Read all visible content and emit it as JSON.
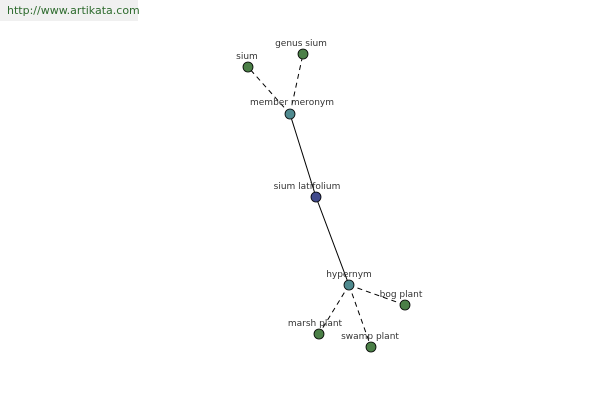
{
  "watermark": {
    "text": "http://www.artikata.com"
  },
  "colors": {
    "focus_node": "#414a8c",
    "relation_node": "#4f8a8f",
    "leaf_node": "#4b7f47",
    "edge": "#000000",
    "label": "#333333",
    "watermark_text": "#2e6b2e",
    "watermark_bg": "#f0f0f0"
  },
  "graph": {
    "nodes": [
      {
        "id": "sium-latifolium",
        "label": "sium latifolium",
        "kind": "focus"
      },
      {
        "id": "member-meronym",
        "label": "member meronym",
        "kind": "relation"
      },
      {
        "id": "hypernym",
        "label": "hypernym",
        "kind": "relation"
      },
      {
        "id": "sium",
        "label": "sium",
        "kind": "leaf"
      },
      {
        "id": "genus-sium",
        "label": "genus sium",
        "kind": "leaf"
      },
      {
        "id": "bog-plant",
        "label": "bog plant",
        "kind": "leaf"
      },
      {
        "id": "marsh-plant",
        "label": "marsh plant",
        "kind": "leaf"
      },
      {
        "id": "swamp-plant",
        "label": "swamp plant",
        "kind": "leaf"
      }
    ],
    "edges": [
      {
        "from": "sium-latifolium",
        "to": "member-meronym",
        "style": "solid"
      },
      {
        "from": "sium-latifolium",
        "to": "hypernym",
        "style": "solid"
      },
      {
        "from": "member-meronym",
        "to": "sium",
        "style": "dashed"
      },
      {
        "from": "member-meronym",
        "to": "genus-sium",
        "style": "dashed"
      },
      {
        "from": "hypernym",
        "to": "bog-plant",
        "style": "dashed"
      },
      {
        "from": "hypernym",
        "to": "marsh-plant",
        "style": "dashed"
      },
      {
        "from": "hypernym",
        "to": "swamp-plant",
        "style": "dashed"
      }
    ]
  }
}
